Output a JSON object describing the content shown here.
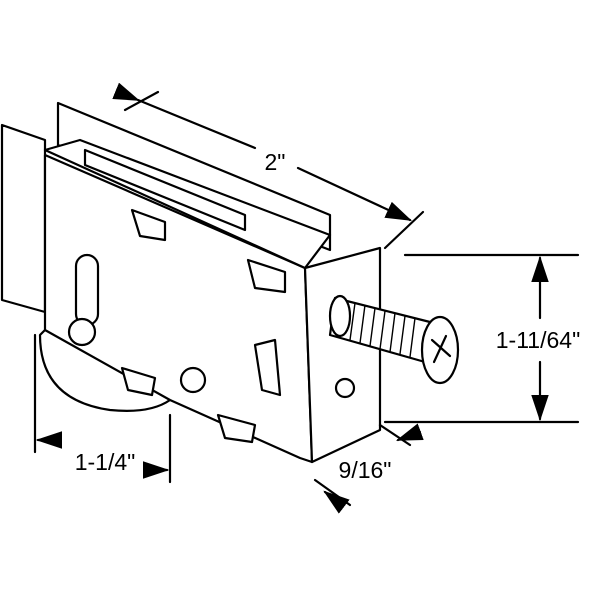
{
  "dimensions": {
    "length": "2\"",
    "height": "1-11/64\"",
    "wheel_offset": "1-1/4\"",
    "thickness": "9/16\""
  },
  "colors": {
    "line": "#000000",
    "background": "#ffffff"
  }
}
